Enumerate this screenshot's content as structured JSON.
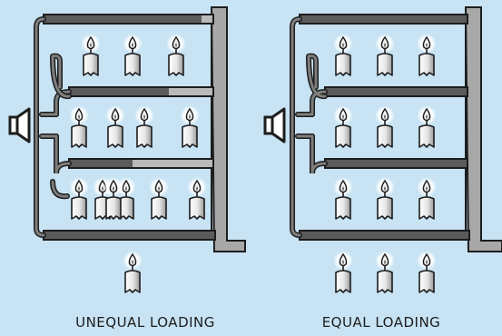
{
  "captions": {
    "left": "UNEQUAL LOADING",
    "right": "EQUAL LOADING"
  },
  "colors": {
    "background": "#c7e3f4",
    "shelf_dark": "#5b5b5b",
    "shelf_light": "#b9b9b9",
    "rack_upright": "#a8a8a8",
    "outline": "#1d1d1d",
    "candle_body": "#eeeeee",
    "candle_shade": "#9a9a9a",
    "flame_glow": "#ffffff"
  },
  "icons": [
    "speaker-icon",
    "candle-icon"
  ],
  "panels": {
    "unequal": {
      "candles_per_shelf": [
        3,
        4,
        6
      ],
      "candles_on_floor": 1
    },
    "equal": {
      "candles_per_shelf": [
        3,
        3,
        3
      ],
      "candles_on_floor": 3
    }
  }
}
